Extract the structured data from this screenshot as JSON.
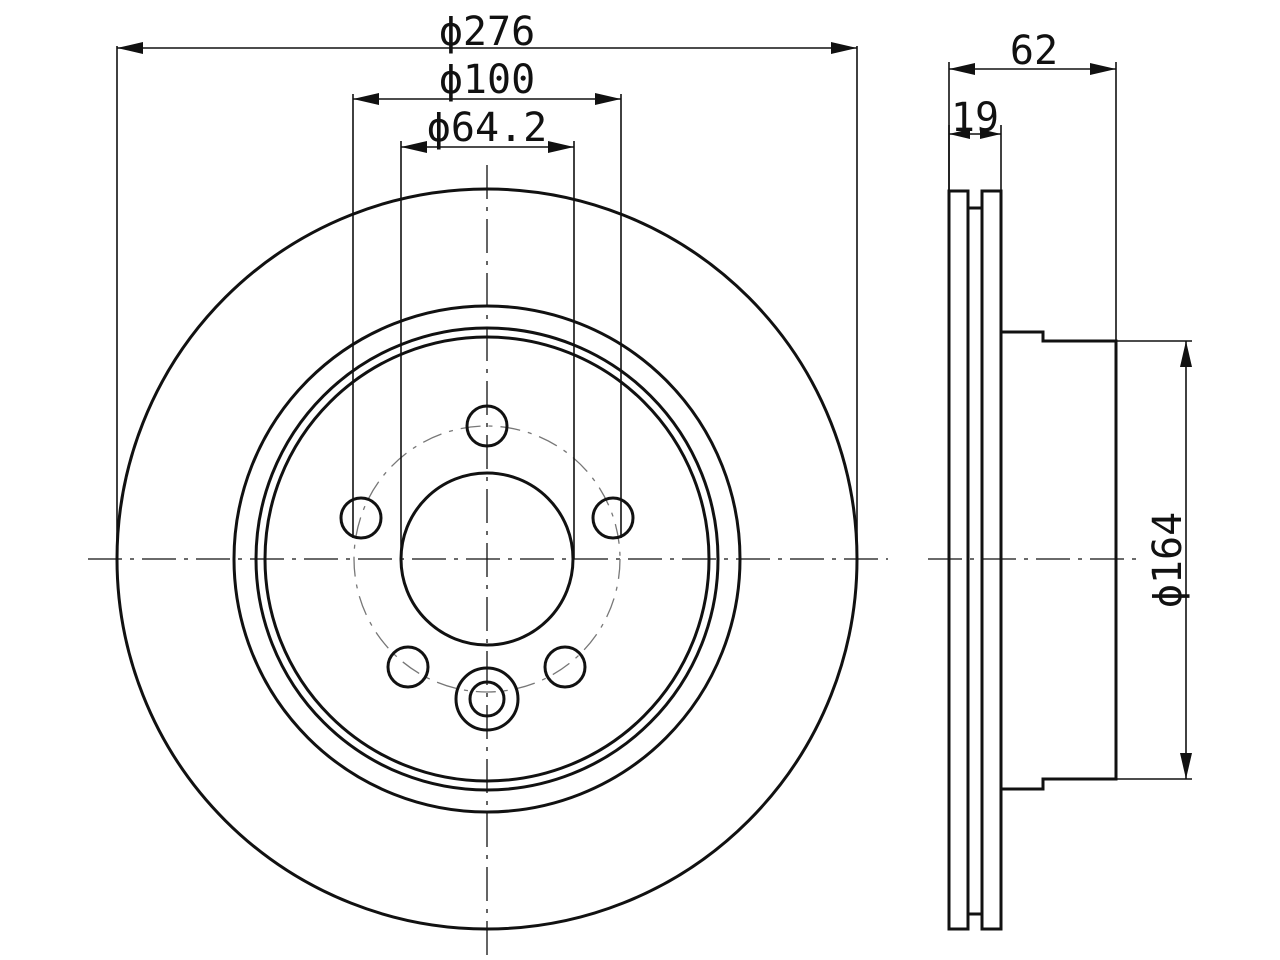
{
  "diagram": {
    "dimensions": {
      "outer_diameter": "ϕ276",
      "bolt_circle_diameter": "ϕ100",
      "center_bore_diameter": "ϕ64.2",
      "total_height": "62",
      "disc_thickness": "19",
      "hat_diameter": "ϕ164"
    }
  }
}
